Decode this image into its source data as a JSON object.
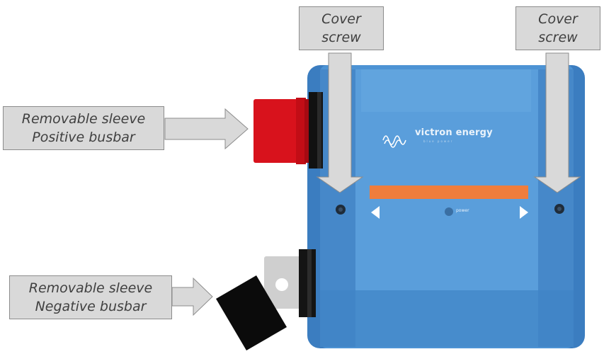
{
  "labels": {
    "cover_screw_left": {
      "line1": "Cover",
      "line2": "screw"
    },
    "cover_screw_right": {
      "line1": "Cover",
      "line2": "screw"
    },
    "positive": {
      "line1": "Removable sleeve",
      "line2": "Positive busbar"
    },
    "negative": {
      "line1": "Removable sleeve",
      "line2": "Negative busbar"
    }
  },
  "device": {
    "brand": "victron energy",
    "brand_tagline": "blue power",
    "power_label": "power"
  },
  "colors": {
    "body_blue": "#4a8fd0",
    "body_blue_dark": "#3876b6",
    "status_bar_orange": "#ef7d3c",
    "positive_sleeve_red": "#d8121c",
    "negative_sleeve_black": "#0b0b0b",
    "callout_gray": "#d9d9d9"
  }
}
